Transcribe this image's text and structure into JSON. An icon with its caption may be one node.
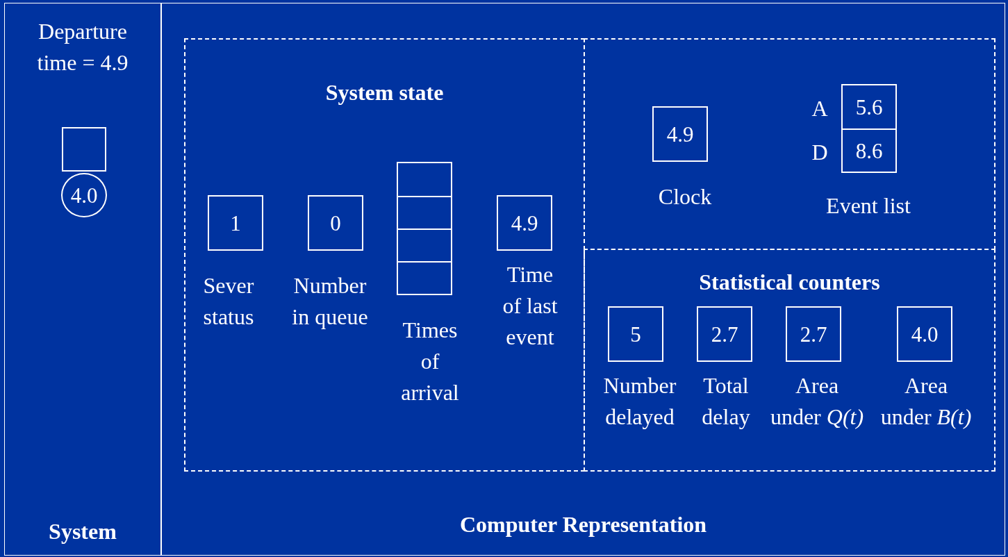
{
  "diagram": {
    "nodes": [
      {
        "text": [
          "Departure time = 4.9",
          "System"
        ]
      },
      {
        "text": [],
        "shape": "box",
        "in": 0
      },
      {
        "text": [
          "4.0"
        ],
        "in": 0
      },
      {
        "text": [
          "Computer Representation"
        ]
      },
      {
        "text": [
          "System state"
        ],
        "in": 3
      },
      {
        "text": [
          "1"
        ],
        "in": 4,
        "beside": [
          "Sever status"
        ]
      },
      {
        "text": [
          "0"
        ],
        "in": 4,
        "beside": [
          "Number in queue"
        ]
      },
      {
        "text": [],
        "shape": "box",
        "in": 4,
        "beside": [
          "Times of arrival"
        ]
      },
      {
        "text": [
          "4.9"
        ],
        "in": 4,
        "beside": [
          "Time of last event"
        ]
      },
      {
        "text": [],
        "shape": "box",
        "in": 3
      },
      {
        "text": [
          "4.9"
        ],
        "in": 9,
        "beside": [
          "Clock"
        ]
      },
      {
        "text": [
          "5.6"
        ],
        "in": 9,
        "beside": [
          "A"
        ]
      },
      {
        "text": [
          "8.6"
        ],
        "in": 9,
        "beside": [
          "D"
        ]
      },
      {
        "text": [
          "Statistical counters"
        ],
        "in": 3
      },
      {
        "text": [
          "5"
        ],
        "in": 13,
        "beside": [
          "Number delayed"
        ]
      },
      {
        "text": [
          "2.7"
        ],
        "in": 13,
        "beside": [
          "Total delay"
        ]
      },
      {
        "text": [
          "2.7"
        ],
        "in": 13,
        "beside": [
          "Area under *Q(t)*"
        ]
      },
      {
        "text": [
          "4.0"
        ],
        "in": 13,
        "beside": [
          "Area under *B(t)*"
        ]
      }
    ],
    "labels": [
      "Event list"
    ]
  }
}
